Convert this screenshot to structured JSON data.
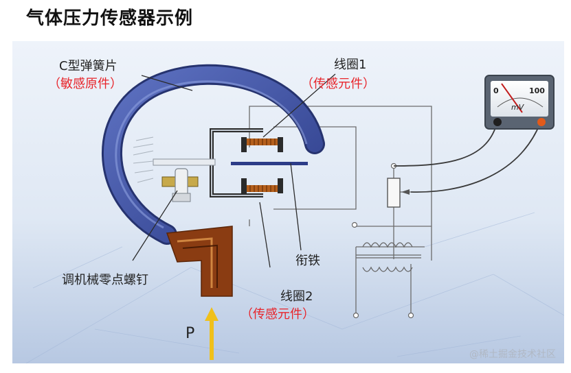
{
  "page": {
    "title": "气体压力传感器示例"
  },
  "labels": {
    "spring": {
      "name": "C型弹簧片",
      "role": "（敏感原件）"
    },
    "coil1": {
      "name": "线圈1",
      "role": "（传感元件）"
    },
    "armature": {
      "name": "衔铁"
    },
    "screw": {
      "name": "调机械零点螺钉"
    },
    "coil2": {
      "name": "线圈2",
      "role": "（传感元件）"
    },
    "pressure": {
      "name": "P"
    }
  },
  "meter": {
    "scale_min": "0",
    "scale_max": "100",
    "unit": "mV"
  },
  "watermark": "@稀土掘金技术社区",
  "colors": {
    "accent_red": "#e8242a",
    "spring_blue": "#3b4fa3",
    "base_brown": "#8a3c12",
    "arrow_yellow": "#f0c01a"
  }
}
